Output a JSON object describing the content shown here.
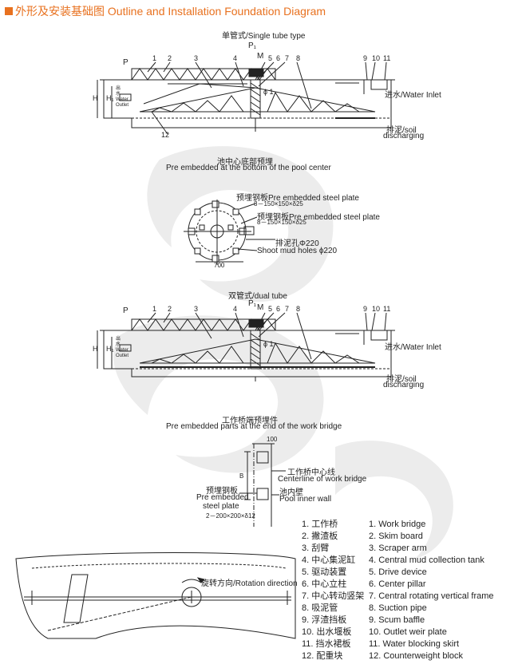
{
  "header": {
    "title": "外形及安装基础图 Outline and Installation Foundation Diagram",
    "accent": "#e8711f"
  },
  "single": {
    "title": "单管式/Single tube type",
    "p_label": "P",
    "p1": "P₁",
    "m": "M",
    "nums": [
      "1",
      "2",
      "3",
      "4",
      "5",
      "6",
      "7",
      "8",
      "9",
      "10",
      "11",
      "12"
    ],
    "inlet": "进水/Water Inlet",
    "sludge_cn": "排泥/soil",
    "sludge_en": "discharging",
    "h": "H",
    "h1": "H₁",
    "water_depth": "出水 Water Outlet",
    "phi1": "ϕ 1"
  },
  "center": {
    "title_cn": "池中心底部预埋",
    "title_en": "Pre embedded at the bottom of the pool center",
    "plate1": "预埋钢板Pre embedded steel plate",
    "plate1_spec": "8－150×150×δ25",
    "plate2": "预埋钢板Pre embedded steel plate",
    "plate2_spec": "8－150×150×δ25",
    "hole_cn": "排泥孔Φ220",
    "hole_en": "Shoot mud holes ϕ220",
    "dim": "700"
  },
  "dual": {
    "title": "双管式/dual tube",
    "inlet": "进水/Water Inlet",
    "sludge_cn": "排泥/soil",
    "sludge_en": "discharging"
  },
  "bridge": {
    "title_cn": "工作桥端预埋件",
    "title_en": "Pre embedded parts at the end of the work bridge",
    "dim100": "100",
    "dimB": "B",
    "center_cn": "工作桥中心线",
    "center_en": "Centerline of work bridge",
    "wall_cn": "池内壁",
    "wall_en": "Pool inner wall",
    "plate_cn": "预埋钢板",
    "plate_en1": "Pre embedded",
    "plate_en2": "steel plate",
    "plate_spec": "2－200×200×δ12"
  },
  "plan": {
    "rotation": "旋转方向/Rotation direction"
  },
  "legend_cn": [
    "1. 工作桥",
    "2. 撇渣板",
    "3. 刮臂",
    "4. 中心集泥缸",
    "5. 驱动装置",
    "6. 中心立柱",
    "7. 中心转动竖架",
    "8. 吸泥管",
    "9. 浮渣挡板",
    "10. 出水堰板",
    "11. 挡水裙板",
    "12. 配重块"
  ],
  "legend_en": [
    "1. Work bridge",
    "2. Skim board",
    "3. Scraper arm",
    "4. Central mud collection tank",
    "5. Drive device",
    "6. Center pillar",
    "7. Central rotating vertical frame",
    "8. Suction pipe",
    "9. Scum baffle",
    "10. Outlet weir plate",
    "11. Water blocking skirt",
    "12. Counterweight block"
  ]
}
